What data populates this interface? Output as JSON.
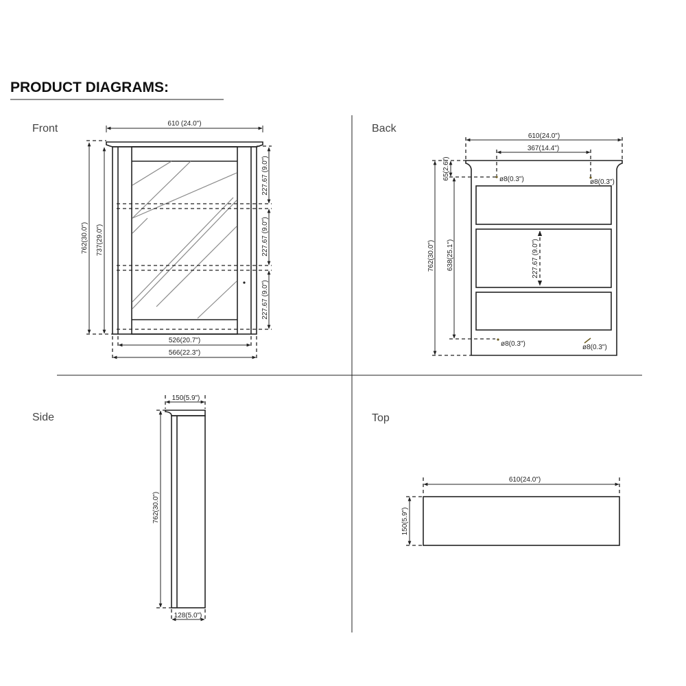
{
  "title": "PRODUCT DIAGRAMS:",
  "views": {
    "front": {
      "label": "Front",
      "width_top": "610 (24.0\")",
      "height_total": "762(30.0\")",
      "height_body": "737(29.0\")",
      "shelf_1": "227.67 (9.0\")",
      "shelf_2": "227.67 (9.0\")",
      "shelf_3": "227.67 (9.0\")",
      "inner_width": "526(20.7\")",
      "body_width": "566(22.3\")"
    },
    "back": {
      "label": "Back",
      "width_top": "610(24.0\")",
      "hole_spacing": "367(14.4\")",
      "height_total": "762(30.0\")",
      "hole_vertical": "638(25.1\")",
      "top_offset": "65(2.6\")",
      "panel_height": "227.67 (9.0\")",
      "hole_tl": "ø8(0.3\")",
      "hole_tr": "ø8(0.3\")",
      "hole_bl": "ø8(0.3\")",
      "hole_br": "ø8(0.3\")"
    },
    "side": {
      "label": "Side",
      "depth_top": "150(5.9\")",
      "height": "762(30.0\")",
      "depth_body": "128(5.0\")"
    },
    "top": {
      "label": "Top",
      "width": "610(24.0\")",
      "depth": "150(5.9\")"
    }
  }
}
